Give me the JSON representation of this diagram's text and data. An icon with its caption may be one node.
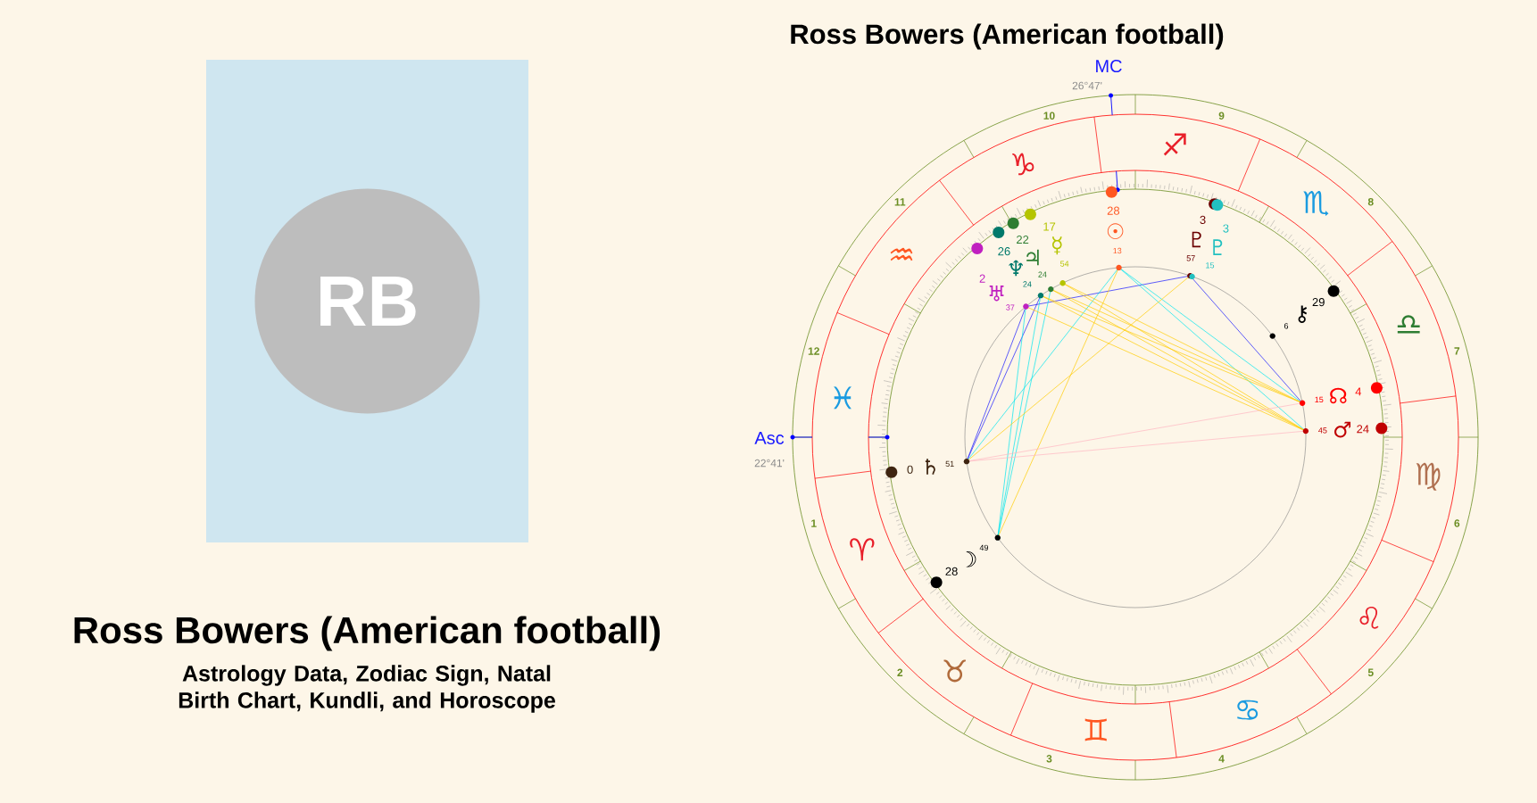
{
  "diagram": {
    "title": "Ross Bowers (American football)",
    "nodes": [
      {
        "text": [],
        "shape": "box"
      },
      {
        "text": [
          "RB"
        ],
        "in": 0
      }
    ],
    "labels": [
      "Ross Bowers (American football)",
      "Astrology Data, Zodiac Sign, Natal Birth Chart, Kundli, and Horoscope",
      "MC",
      "26°47'",
      "Asc",
      "22°41'",
      "1",
      "2",
      "3",
      "4",
      "5",
      "6",
      "7",
      "8",
      "9",
      "10",
      "11",
      "12",
      "♈",
      "♉",
      "♊",
      "♋",
      "♌",
      "♍",
      "♎",
      "♏",
      "♐",
      "♑",
      "♒",
      "♓",
      "28",
      "☉",
      "13",
      "28",
      "☽",
      "49",
      "17",
      "☿",
      "54",
      "24",
      "♂",
      "45",
      "22",
      "♃",
      "24",
      "0",
      "♄",
      "51",
      "2",
      "♅",
      "37",
      "26",
      "♆",
      "24",
      "3",
      "♇",
      "57",
      "4",
      "☊",
      "15",
      "29",
      "⚷",
      "6",
      "3",
      "♇",
      "15"
    ]
  }
}
